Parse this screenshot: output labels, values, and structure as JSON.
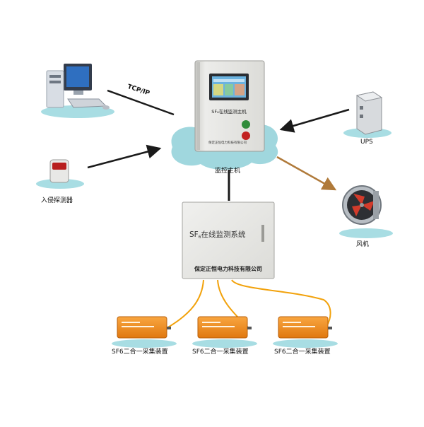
{
  "labels": {
    "tcpip": "TCP/IP",
    "monitor_host": "监控主机",
    "ups": "UPS",
    "intrusion_detector": "入侵探测器",
    "fan": "风机",
    "sensor_1": "SF6二合一采集装置",
    "sensor_2": "SF6二合一采集装置",
    "sensor_3": "SF6二合一采集装置"
  },
  "host_cabinet": {
    "title": "SF₆在线监测主机",
    "company": "保定正恒电力科技有限公司"
  },
  "system_box": {
    "title_prefix": "SF",
    "title_sub": "6",
    "title_suffix": "在线监测系统",
    "company": "保定正恒电力科技有限公司"
  },
  "colors": {
    "arrow_dark": "#1a1a1a",
    "arrow_brown": "#b07a3a",
    "cable": "#f2a20c",
    "cloud": "#8fd0d8",
    "sensor": "#f28a1e",
    "cabinet": "#e6e6e3"
  }
}
